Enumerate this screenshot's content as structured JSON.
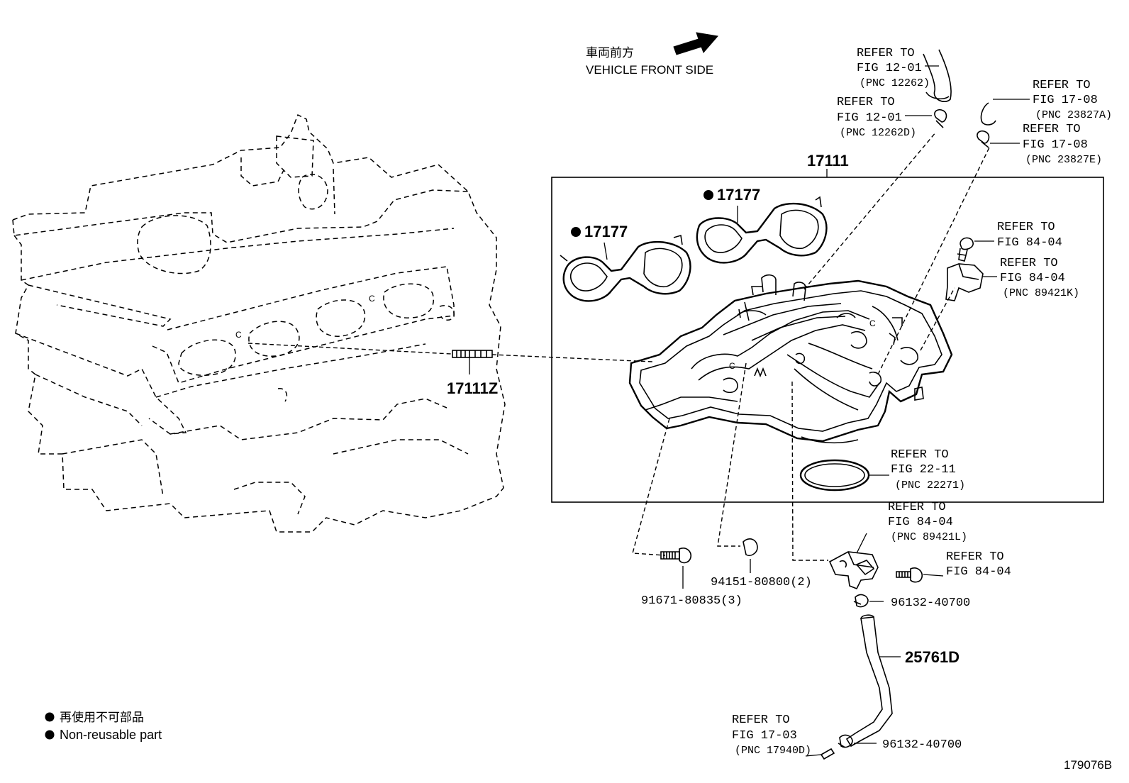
{
  "orientation": {
    "jp": "車両前方",
    "en": "VEHICLE FRONT SIDE"
  },
  "assembly": {
    "pnc": "17111"
  },
  "parts": {
    "gasket_left": "17177",
    "gasket_right": "17177",
    "stud": "17111Z",
    "bolt": "91671-80835(3)",
    "nut": "94151-80800(2)",
    "clip_upper": "96132-40700",
    "hose": "25761D",
    "clip_lower": "96132-40700"
  },
  "refs": {
    "r1": {
      "refer": "REFER TO",
      "fig": "FIG 12-01",
      "pnc": "(PNC 12262)"
    },
    "r2": {
      "refer": "REFER TO",
      "fig": "FIG 12-01",
      "pnc": "(PNC 12262D)"
    },
    "r3": {
      "refer": "REFER TO",
      "fig": "FIG 17-08",
      "pnc": "(PNC 23827A)"
    },
    "r4": {
      "refer": "REFER TO",
      "fig": "FIG 17-08",
      "pnc": "(PNC 23827E)"
    },
    "r5": {
      "refer": "REFER TO",
      "fig": "FIG 84-04"
    },
    "r6": {
      "refer": "REFER TO",
      "fig": "FIG 84-04",
      "pnc": "(PNC 89421K)"
    },
    "r7": {
      "refer": "REFER TO",
      "fig": "FIG 22-11",
      "pnc": "(PNC 22271)"
    },
    "r8": {
      "refer": "REFER TO",
      "fig": "FIG 84-04",
      "pnc": "(PNC 89421L)"
    },
    "r9": {
      "refer": "REFER TO",
      "fig": "FIG 84-04"
    },
    "r10": {
      "refer": "REFER TO",
      "fig": "FIG 17-03",
      "pnc": "(PNC 17940D)"
    }
  },
  "legend": {
    "jp": "再使用不可部品",
    "en": "Non-reusable part"
  },
  "figure_id": "179076B"
}
